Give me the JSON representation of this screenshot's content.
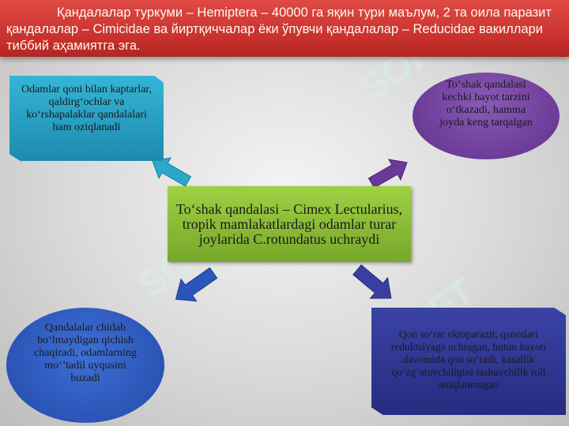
{
  "banner": {
    "text": "Қандалалар туркуми – Hemiptera – 40000 га яқин тури маълум, 2 та оила паразит қандалалар – Cimicidae ва йиртқиччалар ёки ўпувчи қандалалар – Reducidae вакиллари тиббий аҳамиятга эга."
  },
  "diagram": {
    "center": "To‘shak qandalasi – Cimex Lectularius, tropik mamlakatlardagi odamlar turar joylarida C.rotundatus uchraydi",
    "top_left": "Odamlar qoni bilan kaptarlar, qaldirg‘ochlar va ko‘rshapalaklar qandalalari ham oziqlanadi",
    "top_right": "To‘shak qandalasi kechki hayot tarzini o‘tkazadi, hamma joyda keng tarqalgan",
    "bottom_left": "Qandalalar chidab bo‘lmaydigan qichish chaqiradi, odamlarning mo‘’tadil uyqusini buzadi",
    "bottom_right": "Qon so‘rar ektoparazit, qanotlari reduktsiyaga uchragan, butun hayoti davomida qon so‘radi, kasallik qo‘zg‘atuvchiligini tashuvchilik roli aniqlanmagan"
  },
  "colors": {
    "banner": "#c7302c",
    "top_left": "#29a3c8",
    "top_right": "#6f3f9c",
    "center": "#8cbc36",
    "bottom_left": "#2b57bf",
    "bottom_right": "#2e3591",
    "arrow_teal": "#2aa7c9",
    "arrow_purple": "#6a3a99",
    "arrow_blue": "#2b55bd",
    "arrow_navy": "#3a3f9f"
  }
}
